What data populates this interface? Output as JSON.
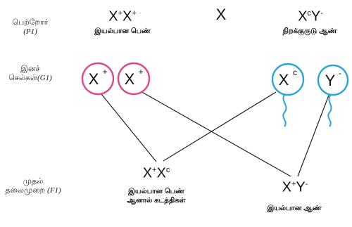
{
  "rows": {
    "p1": {
      "label": "பெற்றோர்",
      "sub": "(P1)"
    },
    "g1": {
      "label": "இனச்",
      "label2": "செல்கள்",
      "sub": "(G1)"
    },
    "f1": {
      "label": "முதல்",
      "label2": "தலைமுறை",
      "sub": "(F1)"
    }
  },
  "parents": {
    "female": {
      "genotype_base1": "X",
      "genotype_sup1": "+",
      "genotype_base2": "X",
      "genotype_sup2": "+",
      "caption": "இயல்பான பெண்"
    },
    "cross_symbol": "X",
    "male": {
      "genotype_base1": "X",
      "genotype_sup1": "c",
      "genotype_base2": "Y",
      "genotype_sup2": "-",
      "caption": "நிறக்குருடு ஆண்"
    }
  },
  "gametes": [
    {
      "base": "X",
      "sup": "+",
      "color": "#e0468a"
    },
    {
      "base": "X",
      "sup": "+",
      "color": "#e0468a"
    },
    {
      "base": "X",
      "sup": "c",
      "color": "#2aa6d6"
    },
    {
      "base": "Y",
      "sup": "-",
      "color": "#2aa6d6"
    }
  ],
  "offspring": {
    "female": {
      "genotype_base1": "X",
      "genotype_sup1": "+",
      "genotype_base2": "X",
      "genotype_sup2": "c",
      "caption1": "இயல்பான பெண்",
      "caption2": "ஆனால் கடத்திகள்"
    },
    "male": {
      "genotype_base1": "X",
      "genotype_sup1": "+",
      "genotype_base2": "Y",
      "genotype_sup2": "-",
      "caption": "இயல்பான ஆண்"
    }
  },
  "colors": {
    "female_gamete": "#e0468a",
    "male_gamete": "#2aa6d6",
    "line": "#222222"
  }
}
